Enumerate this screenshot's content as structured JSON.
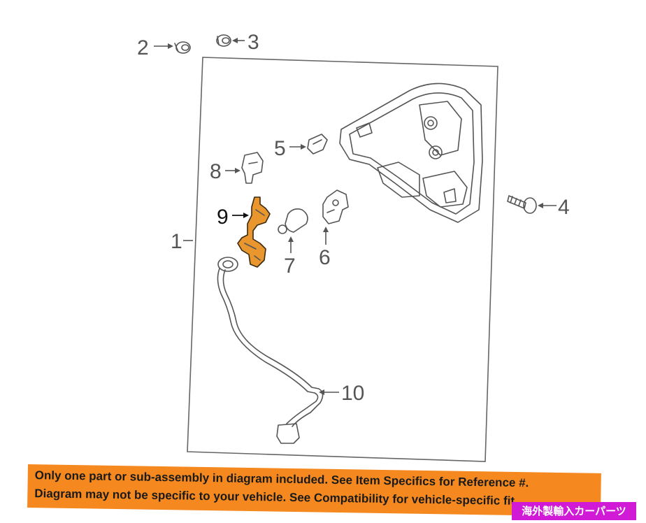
{
  "callouts": {
    "c1": "1",
    "c2": "2",
    "c3": "3",
    "c4": "4",
    "c5": "5",
    "c6": "6",
    "c7": "7",
    "c8": "8",
    "c9": "9",
    "c10": "10"
  },
  "banner": {
    "line1": "Only one part or sub-assembly in diagram included. See Item Specifics for Reference #.",
    "line2": "Diagram may not be specific to your vehicle. See Compatibility for vehicle-specific fit."
  },
  "watermark": "海外製輸入カーパーツ",
  "colors": {
    "highlight": "#e8962d",
    "banner": "#f5891f",
    "watermark": "#d01ad6"
  }
}
